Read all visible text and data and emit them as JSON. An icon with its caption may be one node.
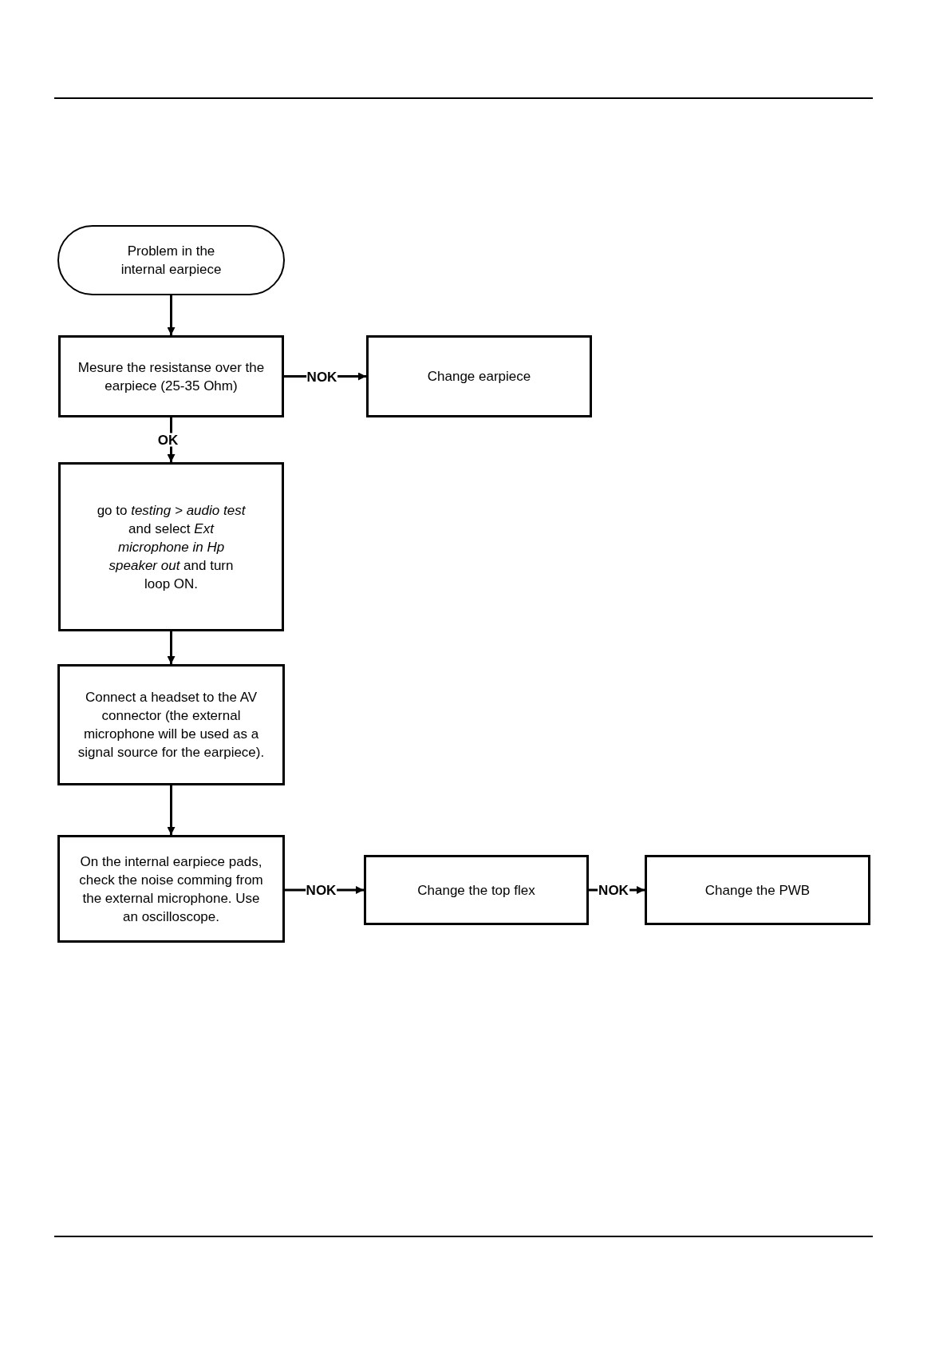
{
  "diagram": {
    "nodes": [
      {
        "text": [
          "Problem in the internal earpiece"
        ]
      },
      {
        "text": [
          "Mesure the resistanse over the earpiece (25-35 Ohm)"
        ]
      },
      {
        "text": [
          "go to *testing > audio test* and select *Ext microphone in Hp speaker out* and turn loop ON."
        ]
      },
      {
        "text": [
          "Connect a headset to the AV connector (the external microphone will be used as a signal source for the earpiece)."
        ]
      },
      {
        "text": [
          "On the internal earpiece pads, check the noise comming from the external microphone. Use an oscilloscope."
        ]
      },
      {
        "text": [
          "Change earpiece"
        ]
      },
      {
        "text": [
          "Change the top flex"
        ]
      },
      {
        "text": [
          "Change the PWB"
        ]
      }
    ],
    "edges": [
      {
        "from": 0,
        "to": 1,
        "arrow": "to"
      },
      {
        "from": 1,
        "to": 5,
        "arrow": "to",
        "label": "NOK"
      },
      {
        "from": 1,
        "to": 2,
        "arrow": "to",
        "label": "OK"
      },
      {
        "from": 2,
        "to": 3,
        "arrow": "to"
      },
      {
        "from": 3,
        "to": 4,
        "arrow": "to"
      },
      {
        "from": 4,
        "to": 6,
        "arrow": "to",
        "label": "NOK"
      },
      {
        "from": 6,
        "to": 7,
        "arrow": "to",
        "label": "NOK"
      }
    ]
  }
}
